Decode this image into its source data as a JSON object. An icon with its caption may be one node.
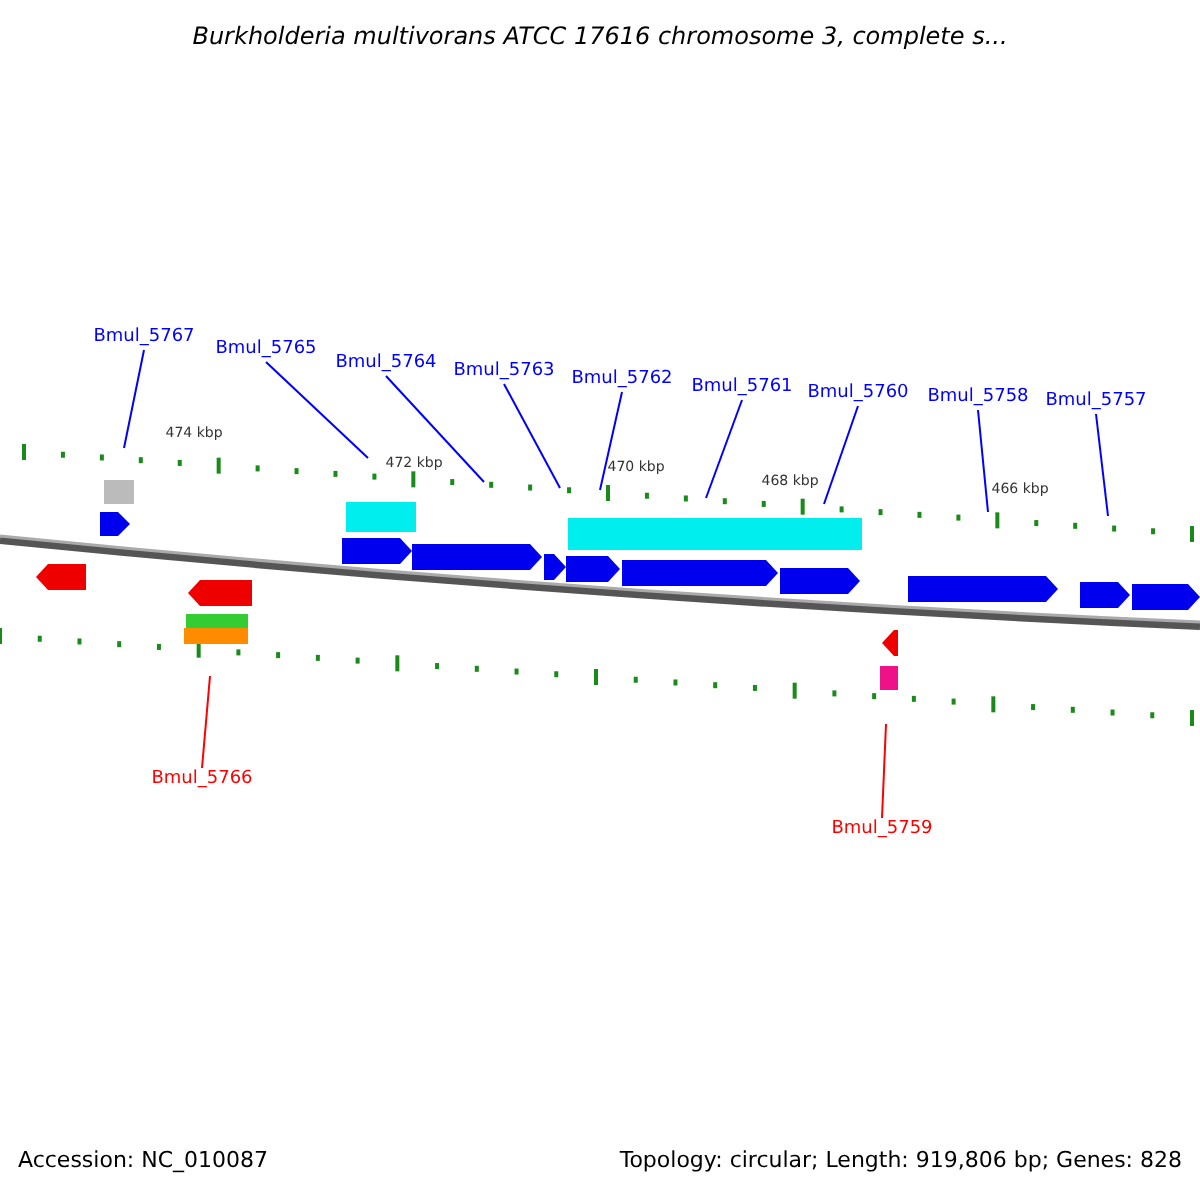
{
  "diagram": {
    "title": "Burkholderia multivorans ATCC 17616 chromosome 3, complete s...",
    "nodes": [
      {
        "text": [
          "Bmul_5767"
        ]
      },
      {
        "text": [
          "Bmul_5765"
        ]
      },
      {
        "text": [
          "Bmul_5764"
        ]
      },
      {
        "text": [
          "Bmul_5763"
        ]
      },
      {
        "text": [
          "Bmul_5762"
        ]
      },
      {
        "text": [
          "Bmul_5761"
        ]
      },
      {
        "text": [
          "Bmul_5760"
        ]
      },
      {
        "text": [
          "Bmul_5758"
        ]
      },
      {
        "text": [
          "Bmul_5757"
        ]
      },
      {
        "text": [
          "Bmul_5766"
        ]
      },
      {
        "text": [
          "Bmul_5759"
        ]
      }
    ],
    "edges": [
      {
        "from": 0,
        "to": null,
        "arrow": "none"
      },
      {
        "from": 1,
        "to": null,
        "arrow": "none"
      },
      {
        "from": 2,
        "to": null,
        "arrow": "none"
      },
      {
        "from": 3,
        "to": null,
        "arrow": "none"
      },
      {
        "from": 4,
        "to": null,
        "arrow": "none"
      },
      {
        "from": 5,
        "to": null,
        "arrow": "none"
      },
      {
        "from": 6,
        "to": null,
        "arrow": "none"
      },
      {
        "from": 7,
        "to": null,
        "arrow": "none"
      },
      {
        "from": 8,
        "to": null,
        "arrow": "none"
      },
      {
        "from": 9,
        "to": null,
        "arrow": "none",
        "color": "#ff0000"
      },
      {
        "from": 10,
        "to": null,
        "arrow": "none",
        "color": "#ff0000"
      }
    ],
    "labels": [
      "474 kbp",
      "472 kbp",
      "470 kbp",
      "468 kbp",
      "466 kbp",
      "Accession: NC_010087",
      "Topology: circular; Length: 919,806 bp; Genes: 828"
    ]
  }
}
